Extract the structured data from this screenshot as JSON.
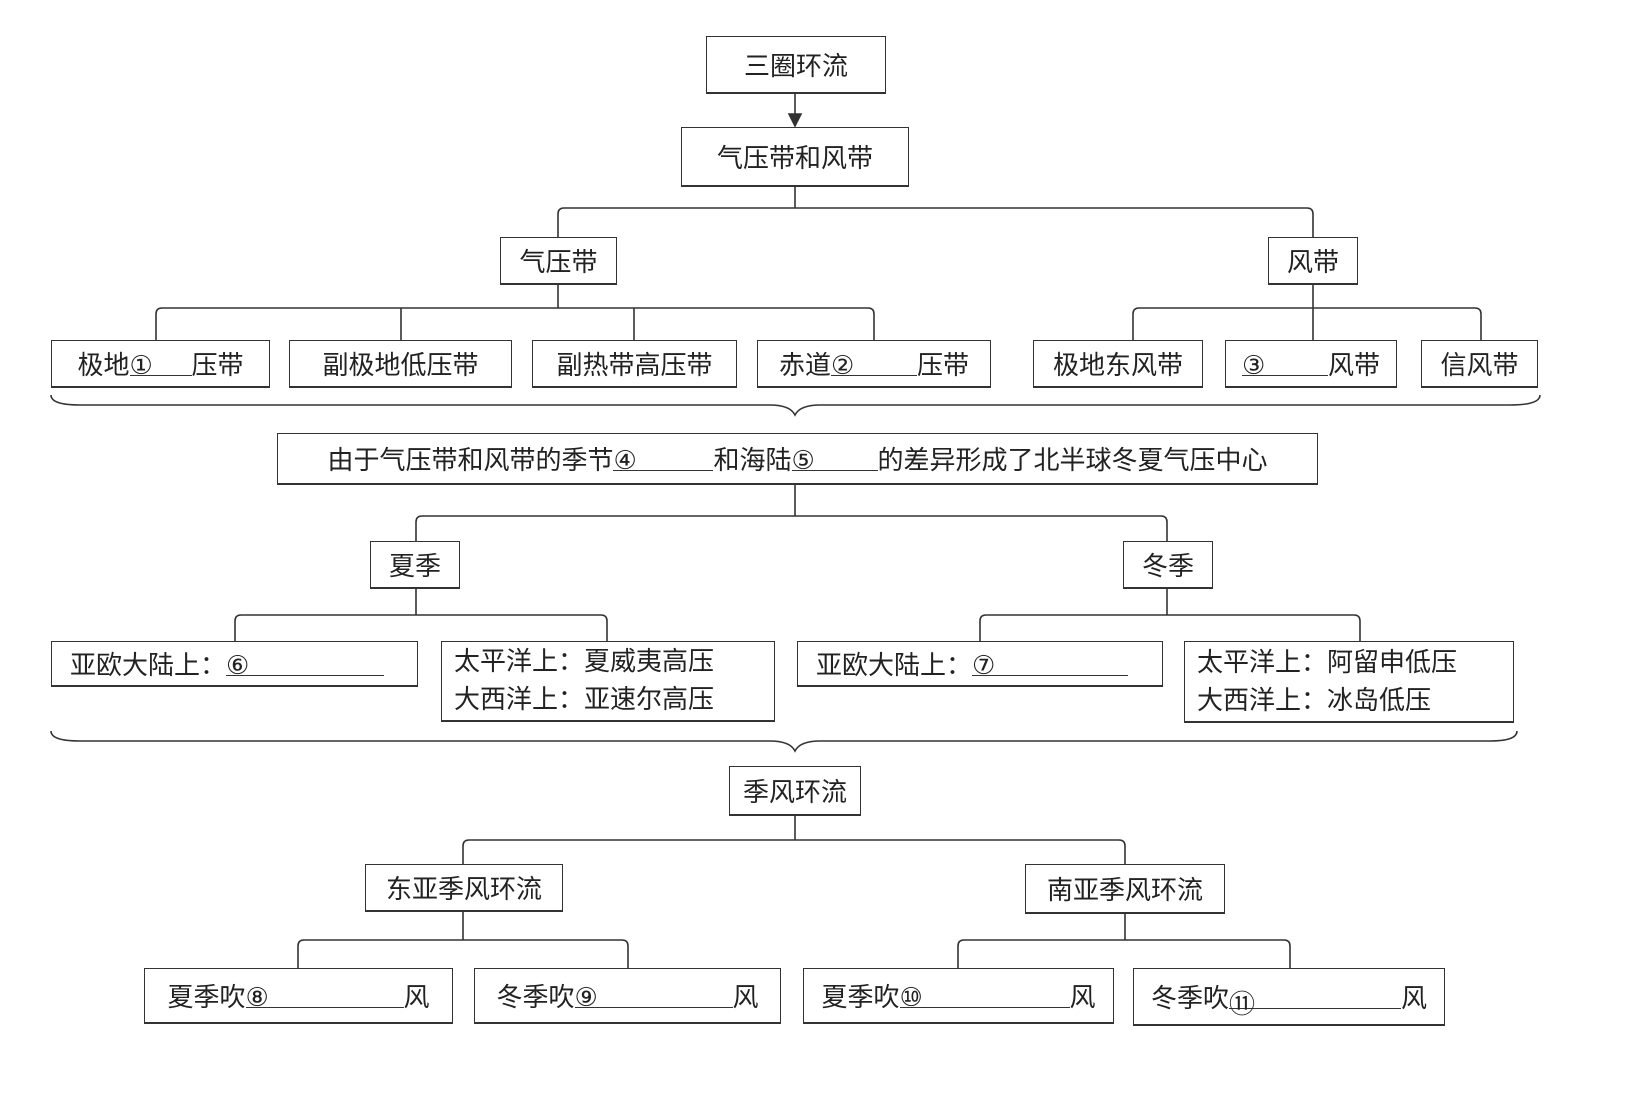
{
  "root": "三圈环流",
  "level1": "气压带和风带",
  "pressure": {
    "title": "气压带",
    "items": [
      {
        "pre": "极地",
        "num": "①",
        "post": "压带"
      },
      {
        "pre": "副极地低压带",
        "num": "",
        "post": ""
      },
      {
        "pre": "副热带高压带",
        "num": "",
        "post": ""
      },
      {
        "pre": "赤道",
        "num": "②",
        "post": "压带"
      }
    ]
  },
  "wind": {
    "title": "风带",
    "items": [
      {
        "pre": "极地东风带",
        "num": "",
        "post": ""
      },
      {
        "pre": "",
        "num": "③",
        "post": "风带"
      },
      {
        "pre": "信风带",
        "num": "",
        "post": ""
      }
    ]
  },
  "cause": {
    "a": "由于气压带和风带的季节",
    "n4": "④",
    "b": "和海陆",
    "n5": "⑤",
    "c": "的差异形成了北半球冬夏气压中心"
  },
  "summer": {
    "title": "夏季",
    "land": {
      "pre": "亚欧大陆上：",
      "num": "⑥"
    },
    "ocean": [
      "太平洋上：夏威夷高压",
      "大西洋上：亚速尔高压"
    ]
  },
  "winter": {
    "title": "冬季",
    "land": {
      "pre": "亚欧大陆上：",
      "num": "⑦"
    },
    "ocean": [
      "太平洋上：阿留申低压",
      "大西洋上：冰岛低压"
    ]
  },
  "monsoon": {
    "title": "季风环流",
    "east": {
      "title": "东亚季风环流",
      "items": [
        {
          "pre": "夏季吹",
          "num": "⑧",
          "post": "风"
        },
        {
          "pre": "冬季吹",
          "num": "⑨",
          "post": "风"
        }
      ]
    },
    "south": {
      "title": "南亚季风环流",
      "items": [
        {
          "pre": "夏季吹",
          "num": "⑩",
          "post": "风"
        },
        {
          "pre": "冬季吹",
          "num": "⑪",
          "post": "风"
        }
      ]
    }
  }
}
